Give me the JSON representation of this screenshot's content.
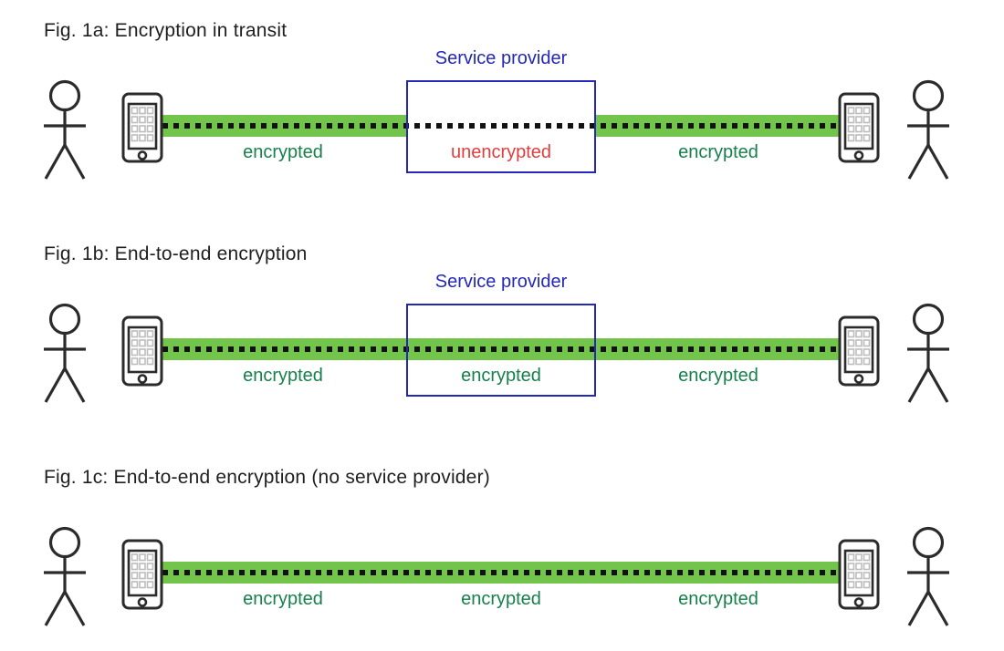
{
  "colors": {
    "bar-green": "#72c54a",
    "dot-black": "#121212",
    "blue": "#2428b8",
    "green-text": "#17804c",
    "red-text": "#e23d3d",
    "title-text": "#1f1f1f",
    "outline": "#2b2b2b",
    "grid-gray": "#bcbcbc"
  },
  "figures": [
    {
      "title": "Fig. 1a: Encryption in transit",
      "service_provider": "Service provider",
      "labels": {
        "left": "encrypted",
        "middle": "unencrypted",
        "right": "encrypted"
      }
    },
    {
      "title": "Fig. 1b: End-to-end encryption",
      "service_provider": "Service provider",
      "labels": {
        "left": "encrypted",
        "middle": "encrypted",
        "right": "encrypted"
      }
    },
    {
      "title": "Fig. 1c: End-to-end encryption (no service provider)",
      "labels": {
        "left": "encrypted",
        "middle": "encrypted",
        "right": "encrypted"
      }
    }
  ]
}
